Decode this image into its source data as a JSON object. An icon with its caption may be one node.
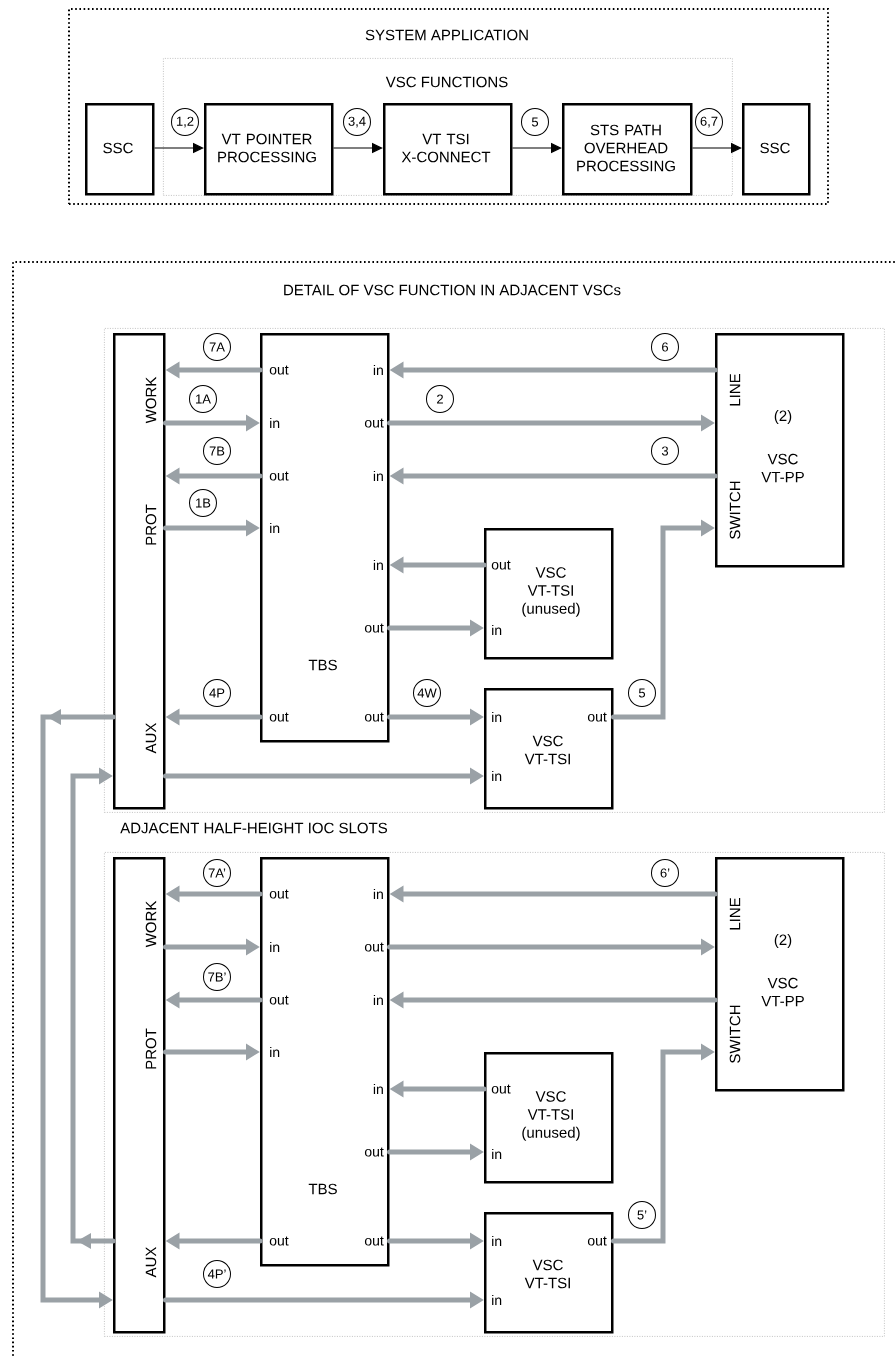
{
  "diagram": {
    "nodes": [
      {
        "text": [
          "SYSTEM APPLICATION"
        ]
      },
      {
        "text": [
          "VSC FUNCTIONS"
        ],
        "in": 0
      },
      {
        "text": [
          "SSC"
        ],
        "in": 0
      },
      {
        "text": [
          "VT POINTER PROCESSING"
        ],
        "in": 1
      },
      {
        "text": [
          "VT TSI X-CONNECT"
        ],
        "in": 1
      },
      {
        "text": [
          "STS PATH OVERHEAD PROCESSING"
        ],
        "in": 1
      },
      {
        "text": [
          "SSC"
        ],
        "in": 0
      },
      {
        "text": [
          "DETAIL OF VSC FUNCTION IN ADJACENT VSCs"
        ]
      },
      {
        "text": [],
        "shape": "box",
        "in": 7
      },
      {
        "text": [
          "WORK",
          "PROT",
          "AUX"
        ],
        "in": 8
      },
      {
        "text": [
          "out",
          "in",
          "in",
          "out",
          "out",
          "in",
          "in",
          "in",
          "out",
          "TBS",
          "out",
          "out"
        ],
        "in": 8
      },
      {
        "text": [
          "LINE",
          "(2)",
          "VSC VT-PP",
          "SWITCH"
        ],
        "in": 8
      },
      {
        "text": [
          "out",
          "VSC VT-TSI (unused)",
          "in"
        ],
        "in": 8
      },
      {
        "text": [
          "in",
          "out",
          "VSC VT-TSI",
          "in"
        ],
        "in": 8
      },
      {
        "text": [],
        "shape": "box",
        "in": 7
      },
      {
        "text": [
          "WORK",
          "PROT",
          "AUX"
        ],
        "in": 14
      },
      {
        "text": [
          "out",
          "in",
          "in",
          "out",
          "out",
          "in",
          "in",
          "in",
          "out",
          "TBS",
          "out",
          "out"
        ],
        "in": 14
      },
      {
        "text": [
          "LINE",
          "(2)",
          "VSC VT-PP",
          "SWITCH"
        ],
        "in": 14
      },
      {
        "text": [
          "out",
          "VSC VT-TSI (unused)",
          "in"
        ],
        "in": 14
      },
      {
        "text": [
          "in",
          "out",
          "VSC VT-TSI",
          "in"
        ],
        "in": 14
      }
    ],
    "edges": [
      {
        "from": 2,
        "to": 3,
        "arrow": "to",
        "label": "1,2",
        "color": "#000000"
      },
      {
        "from": 3,
        "to": 4,
        "arrow": "to",
        "label": "3,4",
        "color": "#000000"
      },
      {
        "from": 4,
        "to": 5,
        "arrow": "to",
        "label": "5",
        "color": "#000000"
      },
      {
        "from": 5,
        "to": 6,
        "arrow": "to",
        "label": "6,7",
        "color": "#000000"
      },
      {
        "from": 10,
        "to": 9,
        "arrow": "to",
        "label": "7A"
      },
      {
        "from": 11,
        "to": 10,
        "arrow": "to",
        "label": "6"
      },
      {
        "from": 9,
        "to": 10,
        "arrow": "to",
        "label": "1A"
      },
      {
        "from": 10,
        "to": 11,
        "arrow": "to",
        "label": "2"
      },
      {
        "from": 10,
        "to": 9,
        "arrow": "to",
        "label": "7B"
      },
      {
        "from": 11,
        "to": 10,
        "arrow": "to",
        "label": "3"
      },
      {
        "from": 9,
        "to": 10,
        "arrow": "to",
        "label": "1B"
      },
      {
        "from": 12,
        "to": 10,
        "arrow": "to"
      },
      {
        "from": 10,
        "to": 12,
        "arrow": "to"
      },
      {
        "from": 10,
        "to": 9,
        "arrow": "to",
        "label": "4P"
      },
      {
        "from": 10,
        "to": 13,
        "arrow": "to",
        "label": "4W"
      },
      {
        "from": 13,
        "to": 11,
        "arrow": "to",
        "label": "5"
      },
      {
        "from": 9,
        "to": 13,
        "arrow": "to"
      },
      {
        "from": 9,
        "to": 15,
        "arrow": "to"
      },
      {
        "from": 15,
        "to": 9,
        "arrow": "to"
      },
      {
        "from": 16,
        "to": 15,
        "arrow": "to",
        "label": "7A’"
      },
      {
        "from": 17,
        "to": 16,
        "arrow": "to",
        "label": "6’"
      },
      {
        "from": 15,
        "to": 16,
        "arrow": "to"
      },
      {
        "from": 16,
        "to": 17,
        "arrow": "to"
      },
      {
        "from": 16,
        "to": 15,
        "arrow": "to",
        "label": "7B’"
      },
      {
        "from": 17,
        "to": 16,
        "arrow": "to"
      },
      {
        "from": 15,
        "to": 16,
        "arrow": "to"
      },
      {
        "from": 18,
        "to": 16,
        "arrow": "to"
      },
      {
        "from": 16,
        "to": 18,
        "arrow": "to"
      },
      {
        "from": 16,
        "to": 15,
        "arrow": "to"
      },
      {
        "from": 16,
        "to": 19,
        "arrow": "to"
      },
      {
        "from": 19,
        "to": 17,
        "arrow": "to",
        "label": "5’"
      },
      {
        "from": 15,
        "to": 19,
        "arrow": "to",
        "label": "4P’"
      }
    ],
    "labels": [
      "ADJACENT HALF-HEIGHT IOC SLOTS"
    ]
  }
}
